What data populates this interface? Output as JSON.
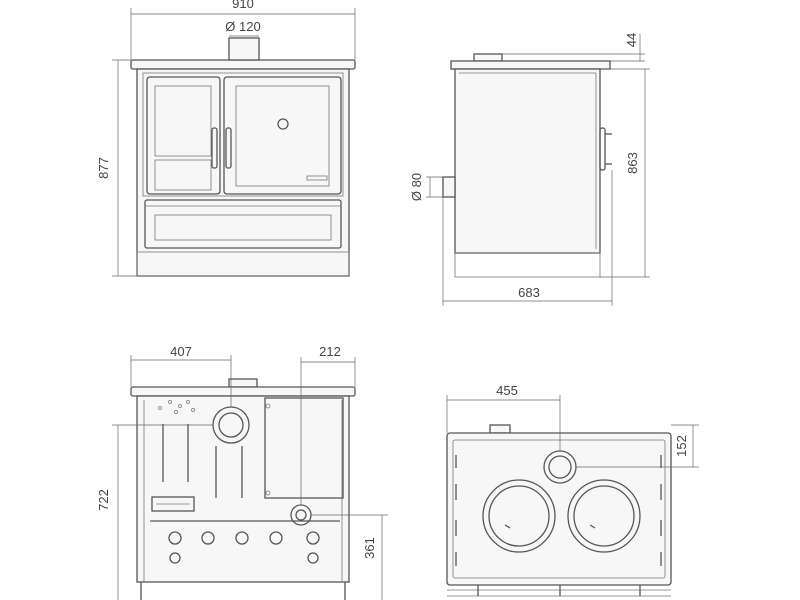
{
  "front_view": {
    "width": "910",
    "height": "877",
    "flue_diameter": "Ø 120"
  },
  "side_view": {
    "top_thickness": "44",
    "height": "863",
    "depth": "683",
    "air_inlet_diameter": "Ø 80"
  },
  "back_view": {
    "flue_offset_left": "407",
    "outlet_offset_right": "212",
    "flue_height": "722",
    "outlet_height": "361"
  },
  "top_view": {
    "flue_offset": "455",
    "flue_depth": "152"
  },
  "colors": {
    "line": "#555555",
    "fill": "#f7f7f7"
  }
}
